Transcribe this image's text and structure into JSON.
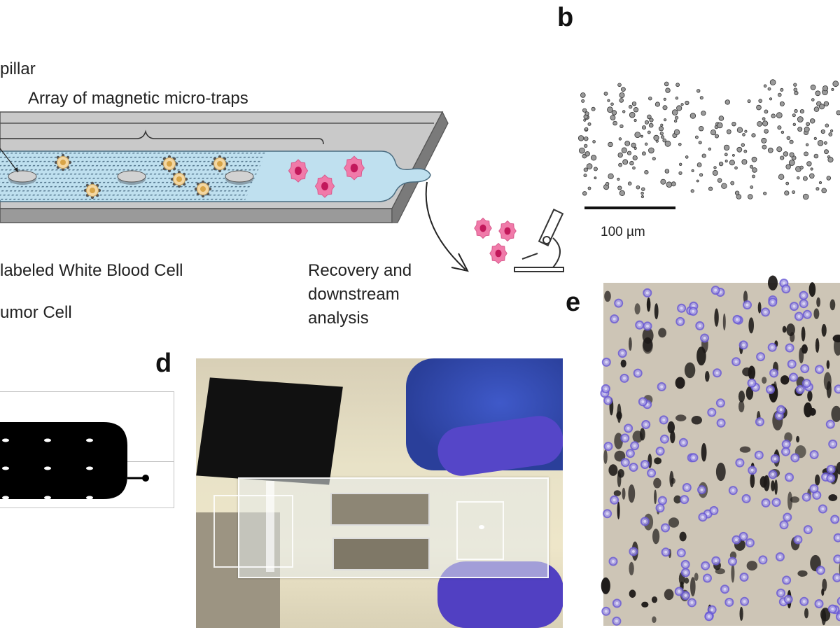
{
  "panel_a": {
    "labels": {
      "pillar": "pillar",
      "array": "Array of magnetic micro-traps",
      "wbc": "labeled White Blood Cell",
      "tumor": "umor Cell",
      "recovery_line1": "Recovery and",
      "recovery_line2": "downstream",
      "recovery_line3": "analysis"
    },
    "colors": {
      "chip_gray": "#c9c9c9",
      "chip_edge": "#8e8e8e",
      "channel_blue": "#bfe0ef",
      "dot_pattern": "#4d6f86",
      "wbc_fill": "#f3d7a3",
      "wbc_core": "#d8a447",
      "tumor_fill": "#f07aa9",
      "tumor_nucleus": "#c2185b"
    },
    "icons": [
      "pillar-icon",
      "white-blood-cell-icon",
      "tumor-cell-icon",
      "microscope-icon",
      "arrow-icon"
    ]
  },
  "panel_b": {
    "letter": "b",
    "scale_bar": "100 µm"
  },
  "panel_c": {
    "icons": [
      "chip-layout-icon"
    ]
  },
  "panel_d": {
    "letter": "d",
    "description_icon": "device-photo-icon"
  },
  "panel_e": {
    "letter": "e",
    "colors": {
      "background": "#cdc5b6",
      "stain": "#6b5bd6",
      "particle": "#1d1a18"
    }
  }
}
